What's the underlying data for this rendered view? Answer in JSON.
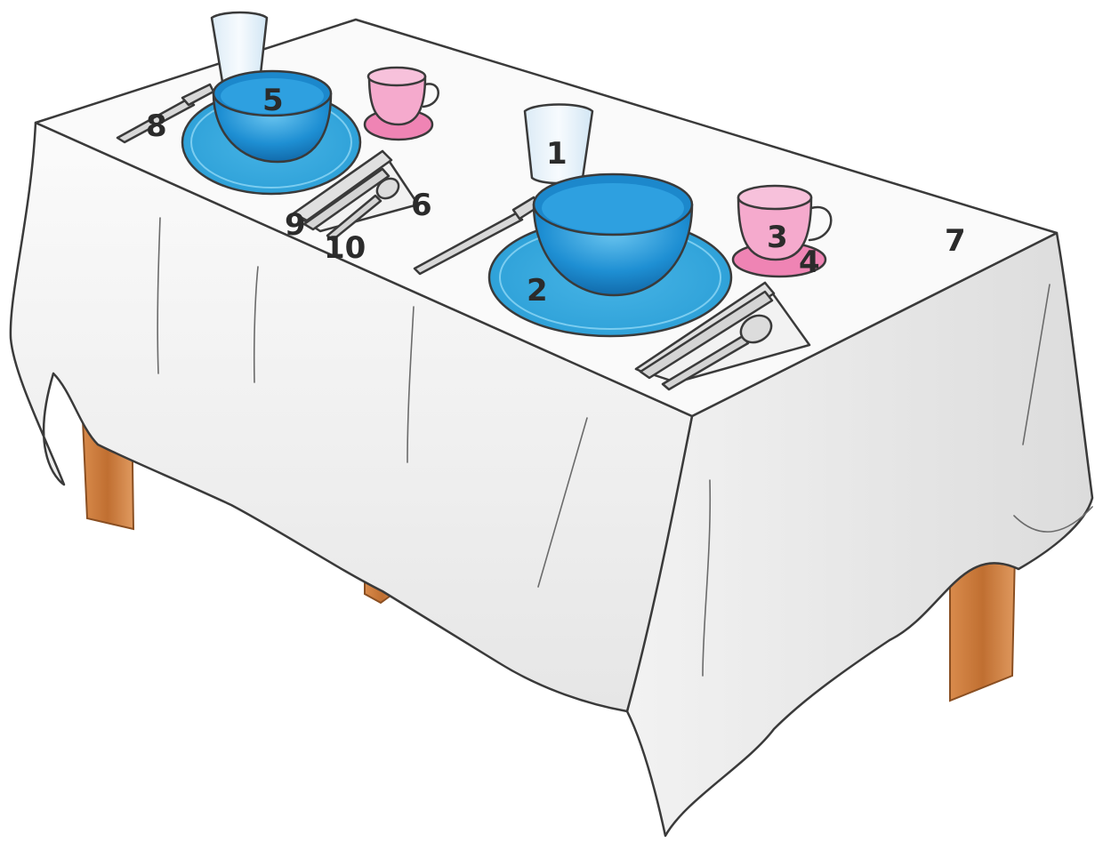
{
  "labels": [
    {
      "id": "glass-front",
      "text": "1"
    },
    {
      "id": "plate-front",
      "text": "2"
    },
    {
      "id": "cup-front",
      "text": "3"
    },
    {
      "id": "saucer-front",
      "text": "4"
    },
    {
      "id": "bowl-back",
      "text": "5"
    },
    {
      "id": "napkin-back",
      "text": "6"
    },
    {
      "id": "tablecloth",
      "text": "7"
    },
    {
      "id": "fork-back",
      "text": "8"
    },
    {
      "id": "knife-back",
      "text": "9"
    },
    {
      "id": "spoon-back",
      "text": "10"
    }
  ],
  "colors": {
    "tablecloth": "#f4f4f4",
    "tablecloth_shadow": "#e2e2e2",
    "plate": "#3aa9dc",
    "bowl": "#1b84c9",
    "cup": "#f5aacd",
    "saucer": "#ef84b4",
    "glass": "#e8f3fb",
    "table_leg": "#c9773a",
    "cutlery": "#d4d4d4"
  }
}
